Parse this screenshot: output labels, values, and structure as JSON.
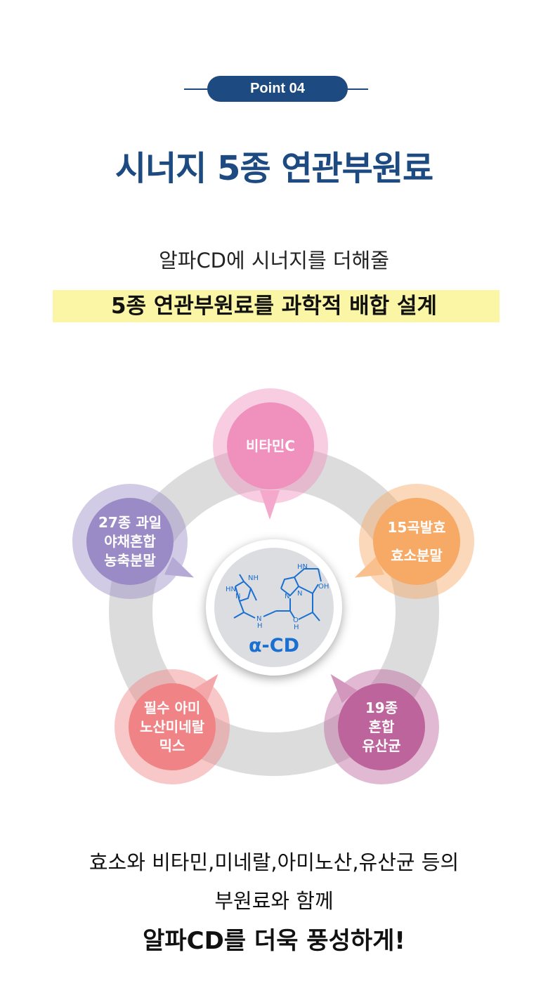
{
  "header": {
    "badge": "Point 04",
    "title": "시너지 5종 연관부원료"
  },
  "intro": {
    "line1": "알파CD에 시너지를 더해줄",
    "highlight": "5종 연관부원료를 과학적 배합 설계"
  },
  "diagram": {
    "center_label": "α-CD",
    "molecule_labels": [
      "NH",
      "HN",
      "N",
      "N",
      "H",
      "HN",
      "OH",
      "N",
      "N",
      "O",
      "H"
    ],
    "items": [
      {
        "lines": [
          "비타민C"
        ],
        "color": "#f090bd"
      },
      {
        "lines": [
          "15곡발효",
          "효소분말"
        ],
        "color": "#f7a966"
      },
      {
        "lines": [
          "19종",
          "혼합",
          "유산균"
        ],
        "color": "#bd649c"
      },
      {
        "lines": [
          "필수 아미",
          "노산미네랄",
          "믹스"
        ],
        "color": "#f08385"
      },
      {
        "lines": [
          "27종 과일",
          "야채혼합",
          "농축분말"
        ],
        "color": "#9a8bc6"
      }
    ]
  },
  "footer": {
    "line1": "효소와 비타민,미네랄,아미노산,유산균 등의",
    "line2": "부원료와 함께",
    "line3": "알파CD를 더욱 풍성하게!"
  },
  "colors": {
    "brand": "#1d4a80",
    "highlight": "#fbf6a6",
    "molecule": "#1a6fd0"
  }
}
